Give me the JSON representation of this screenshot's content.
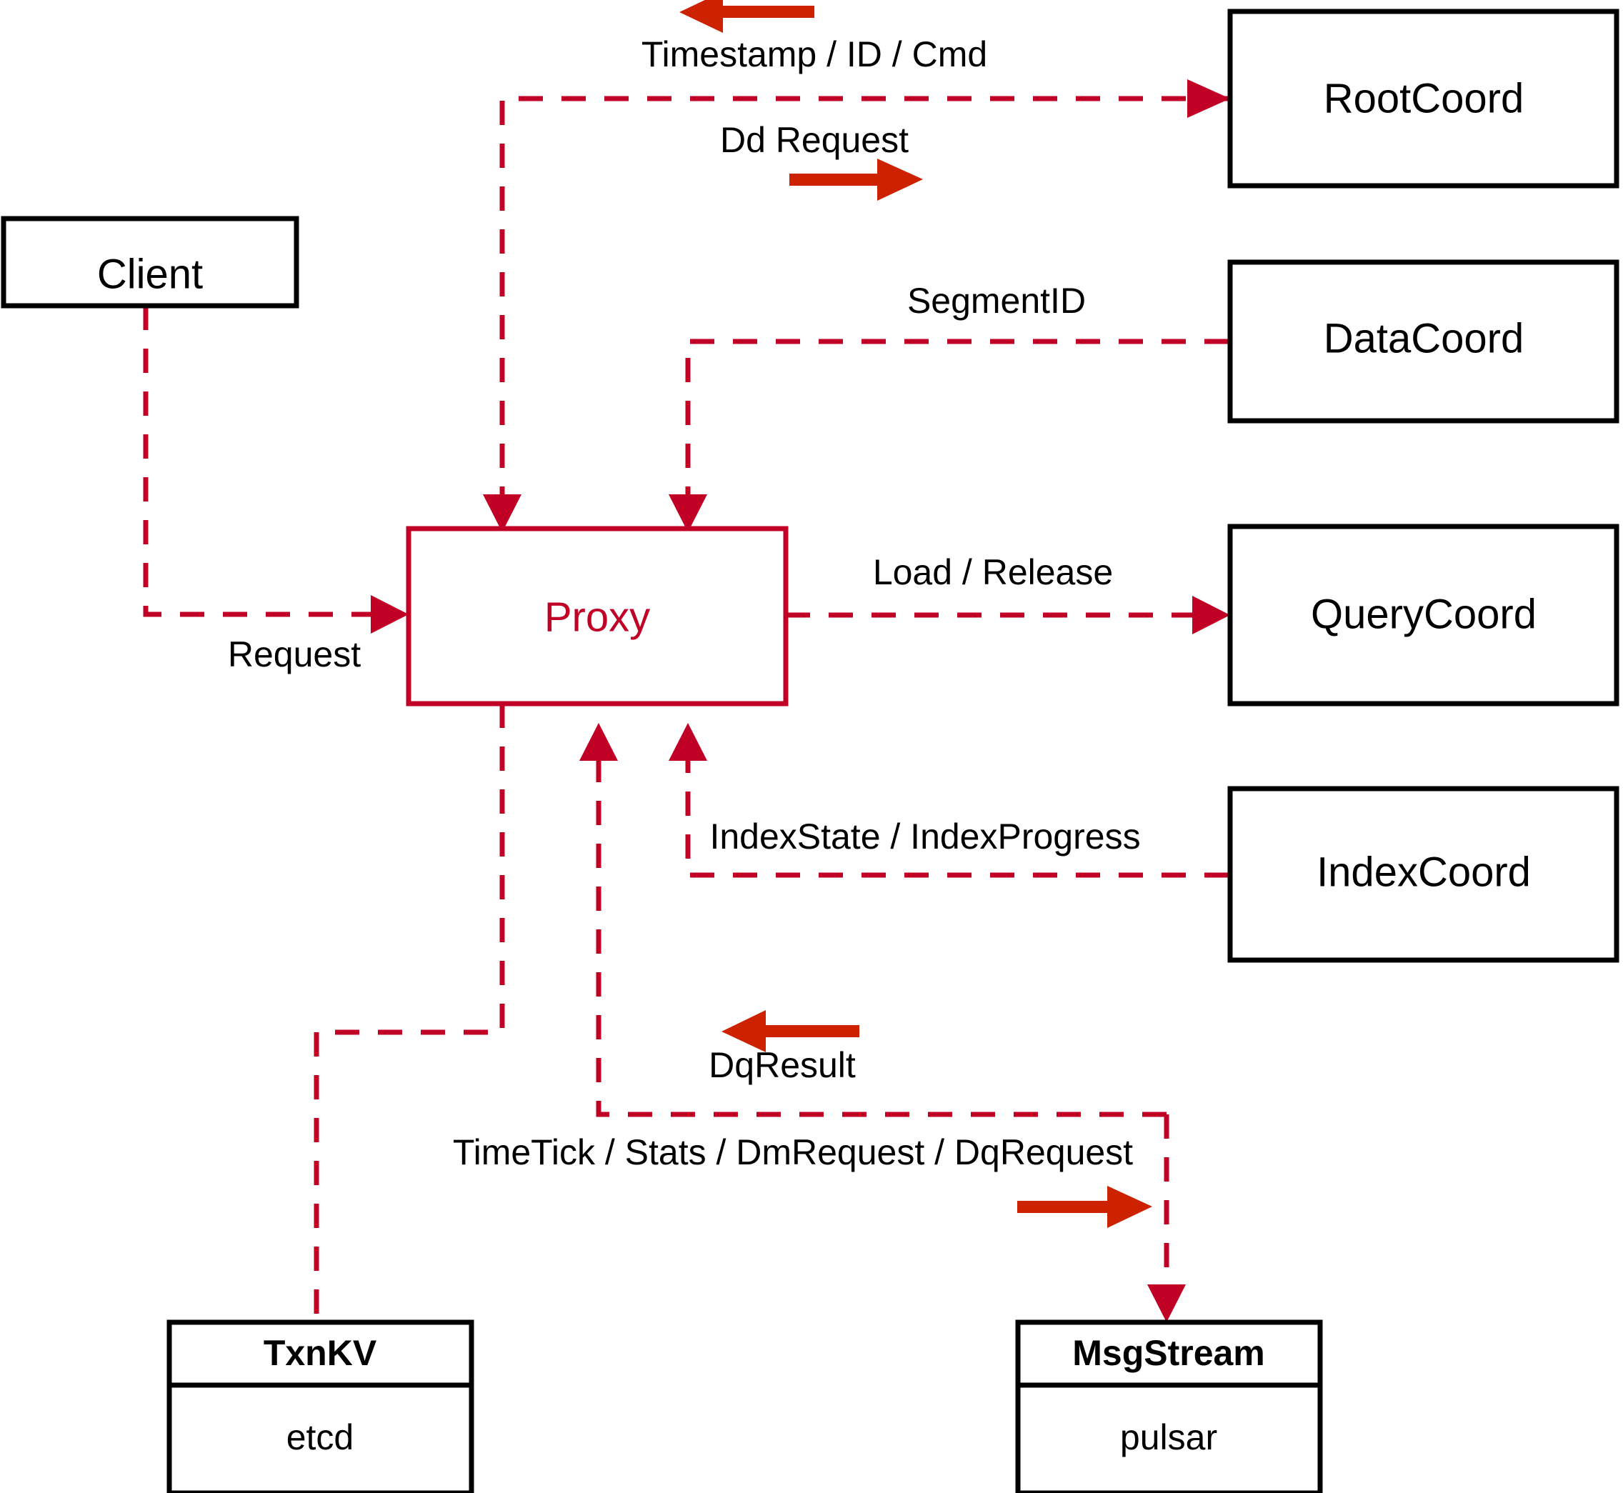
{
  "diagram": {
    "title": "Milvus Proxy interaction diagram",
    "colors": {
      "flow_red": "#c00024",
      "bold_arrow_red": "#cc2200",
      "box_stroke": "#000000",
      "background": "#ffffff"
    }
  },
  "nodes": {
    "client": {
      "label": "Client"
    },
    "proxy": {
      "label": "Proxy"
    },
    "root_coord": {
      "label": "RootCoord"
    },
    "data_coord": {
      "label": "DataCoord"
    },
    "query_coord": {
      "label": "QueryCoord"
    },
    "index_coord": {
      "label": "IndexCoord"
    },
    "txnkv": {
      "title": "TxnKV",
      "impl": "etcd"
    },
    "msgstream": {
      "title": "MsgStream",
      "impl": "pulsar"
    }
  },
  "edges": {
    "timestamp_id_cmd": {
      "label": "Timestamp / ID / Cmd",
      "direction": "left",
      "from": "root_coord",
      "to": "proxy"
    },
    "dd_request": {
      "label": "Dd Request",
      "direction": "right",
      "from": "proxy",
      "to": "root_coord"
    },
    "segment_id": {
      "label": "SegmentID",
      "direction": "left",
      "from": "data_coord",
      "to": "proxy"
    },
    "request": {
      "label": "Request",
      "direction": "right",
      "from": "client",
      "to": "proxy"
    },
    "load_release": {
      "label": "Load / Release",
      "direction": "right",
      "from": "proxy",
      "to": "query_coord"
    },
    "index_state_progress": {
      "label": "IndexState / IndexProgress",
      "direction": "left",
      "from": "index_coord",
      "to": "proxy"
    },
    "dq_result": {
      "label": "DqResult",
      "direction": "left",
      "from": "msgstream",
      "to": "proxy"
    },
    "timetick_stats": {
      "label": "TimeTick / Stats / DmRequest / DqRequest",
      "direction": "right",
      "from": "proxy",
      "to": "msgstream"
    }
  }
}
